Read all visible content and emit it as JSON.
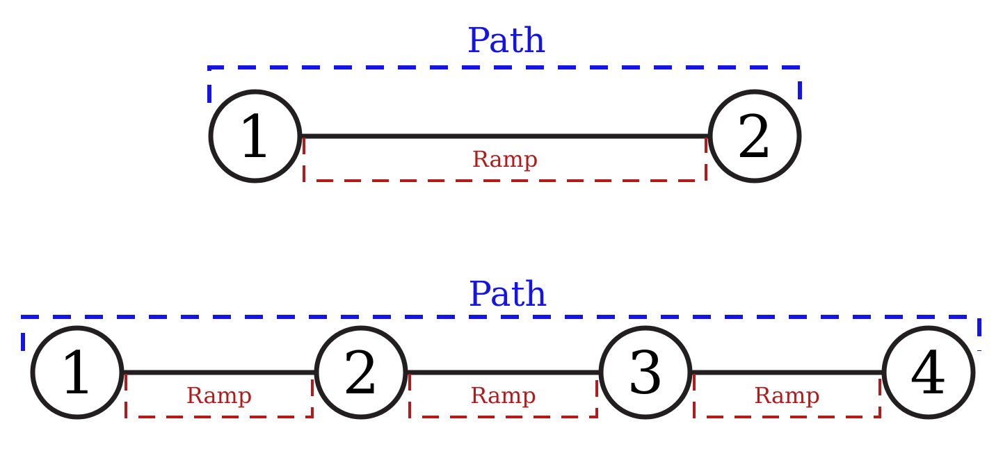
{
  "colors": {
    "path": "#1414e6",
    "ramp": "#b31b1b",
    "node_stroke": "#231f20",
    "edge": "#231f20",
    "text": "#000000"
  },
  "diagram_top": {
    "path_label": "Path",
    "nodes": [
      "1",
      "2"
    ],
    "ramps": [
      "Ramp"
    ]
  },
  "diagram_bottom": {
    "path_label": "Path",
    "nodes": [
      "1",
      "2",
      "3",
      "4"
    ],
    "ramps": [
      "Ramp",
      "Ramp",
      "Ramp"
    ]
  }
}
